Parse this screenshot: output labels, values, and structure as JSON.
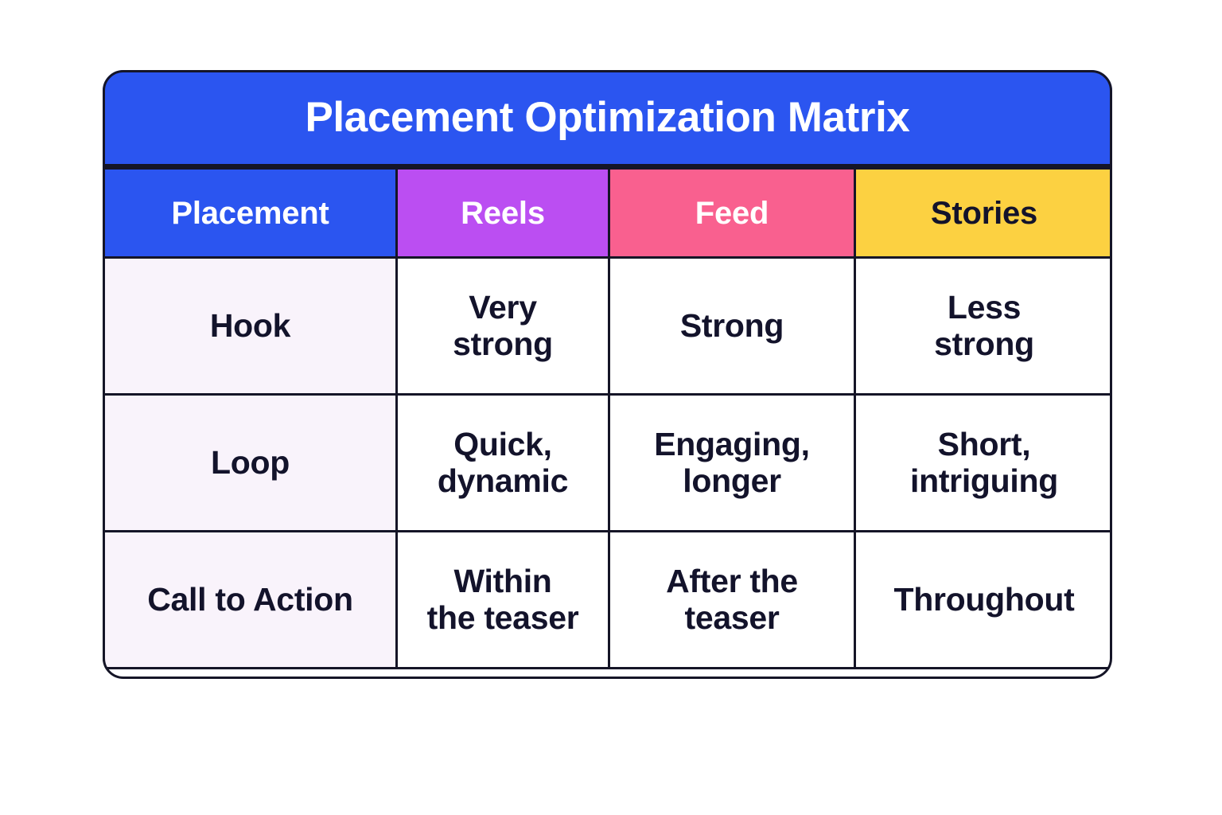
{
  "card": {
    "title": "Placement Optimization Matrix",
    "colors": {
      "title_bg": "#2b55f0",
      "title_text": "#ffffff",
      "border": "#151527",
      "row_head_bg": "#f9f3fb",
      "body_text": "#13132b",
      "header_placement_bg": "#2b55f0",
      "header_reels_bg": "#bb4ef2",
      "header_feed_bg": "#f9608f",
      "header_stories_bg": "#fcd141"
    }
  },
  "table": {
    "headers": [
      {
        "label": "Placement",
        "bg": "#2b55f0",
        "fg": "#ffffff"
      },
      {
        "label": "Reels",
        "bg": "#bb4ef2",
        "fg": "#ffffff"
      },
      {
        "label": "Feed",
        "bg": "#f9608f",
        "fg": "#ffffff"
      },
      {
        "label": "Stories",
        "bg": "#fcd141",
        "fg": "#13132b"
      }
    ],
    "rows": [
      {
        "label": "Hook",
        "reels_line1": "Very",
        "reels_line2": "strong",
        "feed_line1": "Strong",
        "feed_line2": "",
        "stories_line1": "Less",
        "stories_line2": "strong"
      },
      {
        "label": "Loop",
        "reels_line1": "Quick,",
        "reels_line2": "dynamic",
        "feed_line1": "Engaging,",
        "feed_line2": "longer",
        "stories_line1": "Short,",
        "stories_line2": "intriguing"
      },
      {
        "label": "Call to Action",
        "reels_line1": "Within",
        "reels_line2": "the teaser",
        "feed_line1": "After the",
        "feed_line2": "teaser",
        "stories_line1": "Throughout",
        "stories_line2": ""
      }
    ]
  }
}
